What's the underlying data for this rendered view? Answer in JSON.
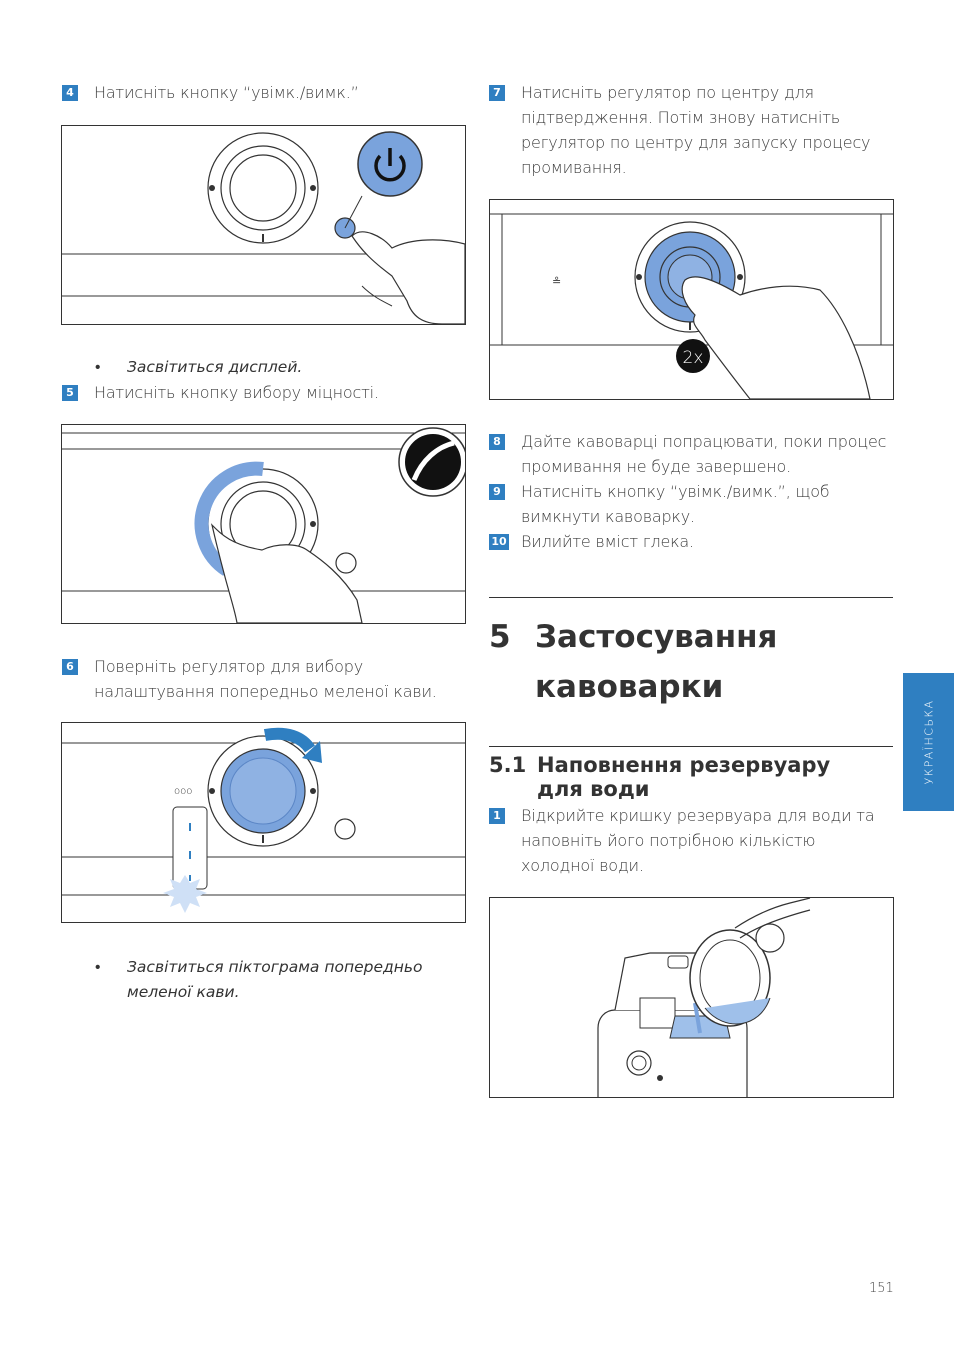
{
  "left_column": {
    "step4": {
      "num": "4",
      "text": "Натисніть кнопку “увімк./вимк.”"
    },
    "bullet1": {
      "dot": "•",
      "text": "Засвітиться дисплей."
    },
    "step5": {
      "num": "5",
      "text": "Натисніть кнопку вибору міцності."
    },
    "step6": {
      "num": "6",
      "text": "Поверніть регулятор для вибору налаштування попередньо меленої кави."
    },
    "bullet2": {
      "dot": "•",
      "text": "Засвітиться піктограма попередньо меленої кави."
    }
  },
  "right_column": {
    "step7": {
      "num": "7",
      "text": "Натисніть регулятор по центру для підтвердження. Потім знову натисніть регулятор по центру для запуску процесу промивання."
    },
    "badge_2x": "2x",
    "step8": {
      "num": "8",
      "text": "Дайте кавоварці попрацювати, поки процес промивання не буде завершено."
    },
    "step9": {
      "num": "9",
      "text": "Натисніть кнопку “увімк./вимк.”, щоб вимкнути кавоварку."
    },
    "step10": {
      "num": "10",
      "text": "Вилийте вміст глека."
    },
    "chapter": {
      "number": "5",
      "title_line1": "Застосування",
      "title_line2": "кавоварки"
    },
    "section": {
      "number": "5.1",
      "title_line1": "Наповнення резервуару",
      "title_line2": "для води"
    },
    "step1": {
      "num": "1",
      "text": "Відкрийте кришку резервуара для води та наповніть його потрібною кількістю холодної води."
    }
  },
  "side_tab": "УКРАЇНСЬКА",
  "page_number": "151",
  "colors": {
    "accent": "#2f7fc1",
    "dial_blue": "#7aa3dc",
    "dial_blue_dark": "#5b86c6"
  }
}
